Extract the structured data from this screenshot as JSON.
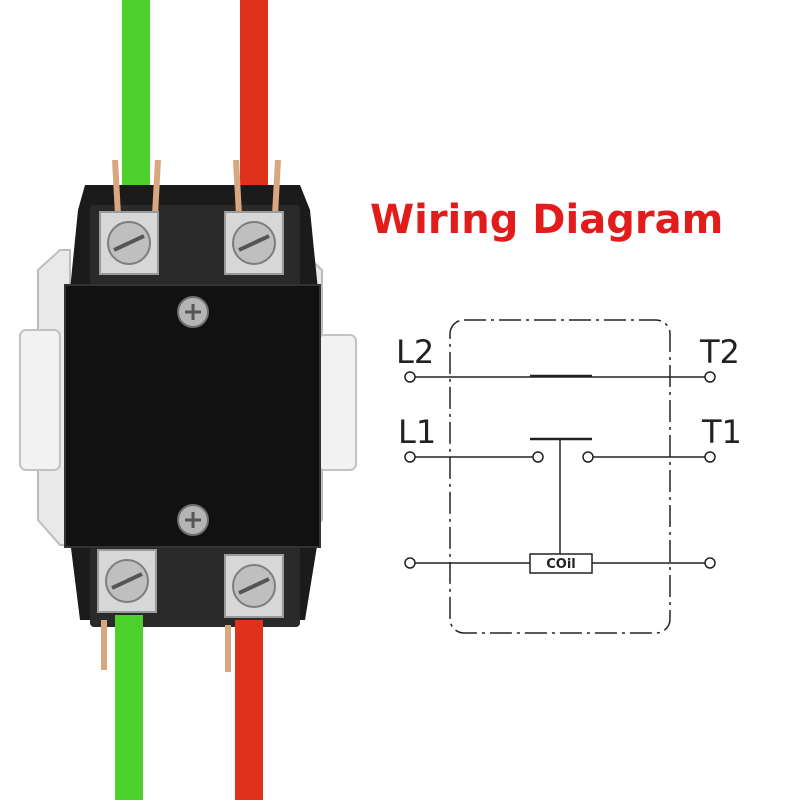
{
  "title": "Wiring Diagram",
  "colors": {
    "title": "#e21b1b",
    "green_wire": "#4cd12c",
    "red_wire": "#e0321a",
    "contactor_body": "#1b1b1b",
    "line": "#222222"
  },
  "diagram": {
    "labels": {
      "l2": "L2",
      "t2": "T2",
      "l1": "L1",
      "t1": "T1",
      "coil": "COil"
    }
  }
}
